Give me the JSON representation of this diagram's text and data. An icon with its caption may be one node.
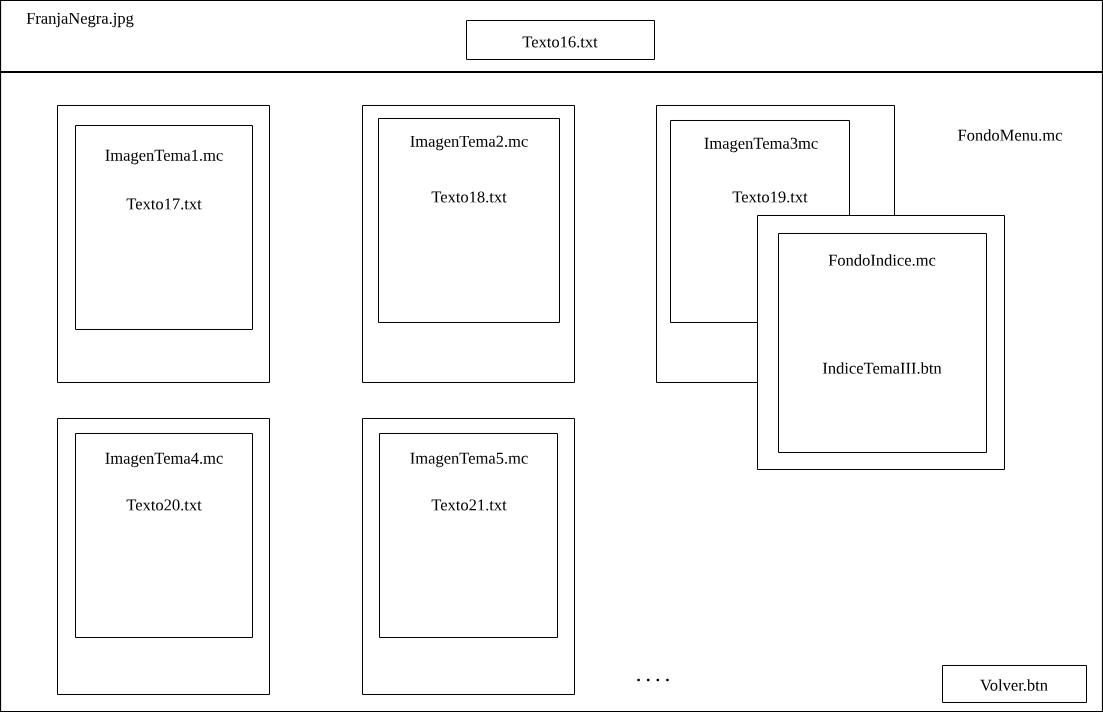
{
  "diagram": {
    "nodes": [
      {
        "text": [
          "FranjaNegra.jpg"
        ]
      },
      {
        "text": [
          "Texto16.txt"
        ],
        "in": 0
      },
      {
        "text": [
          "FondoMenu.mc"
        ]
      },
      {
        "text": [],
        "shape": "box",
        "in": 2
      },
      {
        "text": [
          "ImagenTema1.mc",
          "Texto17.txt"
        ],
        "in": 3
      },
      {
        "text": [],
        "shape": "box",
        "in": 2
      },
      {
        "text": [
          "ImagenTema2.mc",
          "Texto18.txt"
        ],
        "in": 5
      },
      {
        "text": [],
        "shape": "box",
        "in": 2
      },
      {
        "text": [
          "ImagenTema3mc",
          "Texto19.txt"
        ],
        "in": 7
      },
      {
        "text": [],
        "shape": "box",
        "in": 2
      },
      {
        "text": [
          "FondoIndice.mc",
          "IndiceTemaIII.btn"
        ],
        "in": 9
      },
      {
        "text": [],
        "shape": "box",
        "in": 2
      },
      {
        "text": [
          "ImagenTema4.mc",
          "Texto20.txt"
        ],
        "in": 11
      },
      {
        "text": [],
        "shape": "box",
        "in": 2
      },
      {
        "text": [
          "ImagenTema5.mc",
          "Texto21.txt"
        ],
        "in": 13
      },
      {
        "text": [
          "Volver.btn"
        ],
        "in": 2
      }
    ],
    "labels": [
      ". . . ."
    ]
  }
}
